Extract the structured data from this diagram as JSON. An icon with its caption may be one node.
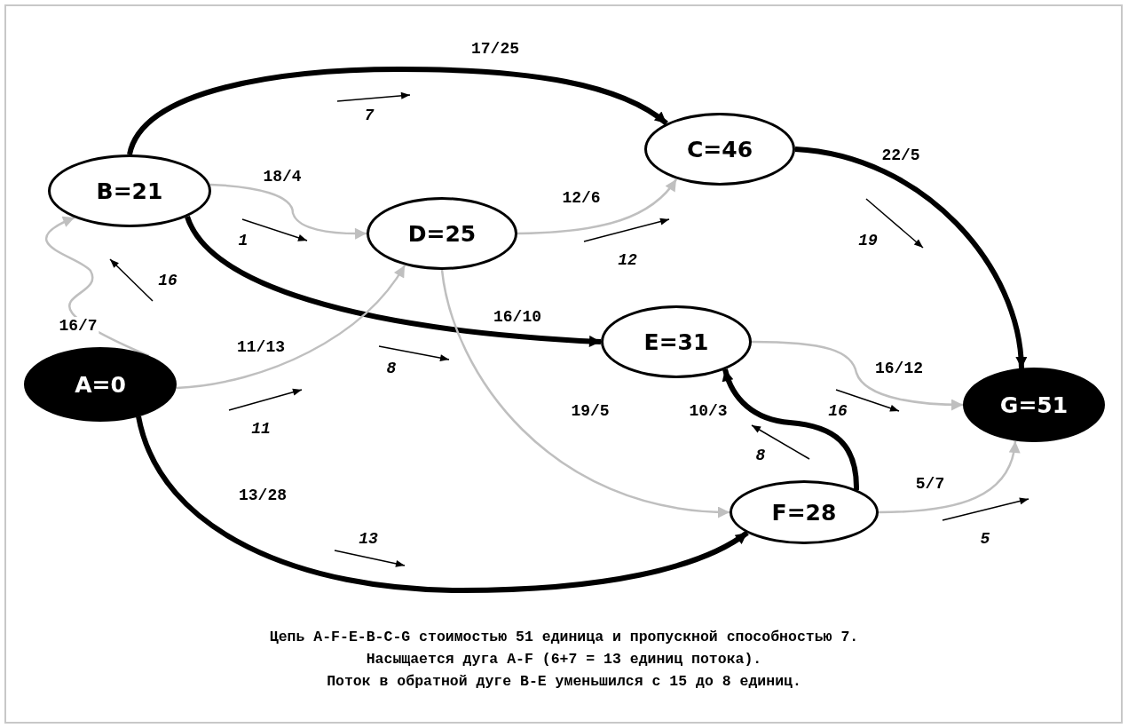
{
  "diagram": {
    "nodes": [
      {
        "text": [
          "A=0"
        ]
      },
      {
        "text": [
          "B=21"
        ]
      },
      {
        "text": [
          "C=46"
        ]
      },
      {
        "text": [
          "D=25"
        ]
      },
      {
        "text": [
          "E=31"
        ]
      },
      {
        "text": [
          "F=28"
        ]
      },
      {
        "text": [
          "G=51"
        ]
      }
    ],
    "edges": [
      {
        "from": 0,
        "to": 1,
        "arrow": "to",
        "label": "16/7"
      },
      {
        "from": 1,
        "to": 2,
        "arrow": "to",
        "label": "17/25",
        "style": "thick",
        "color": "#000000"
      },
      {
        "from": 1,
        "to": 3,
        "arrow": "to",
        "label": "18/4"
      },
      {
        "from": 1,
        "to": 4,
        "arrow": "to",
        "label": "16/10",
        "style": "thick",
        "color": "#000000"
      },
      {
        "from": 0,
        "to": 3,
        "arrow": "to",
        "label": "11/13"
      },
      {
        "from": 0,
        "to": 5,
        "arrow": "to",
        "label": "13/28",
        "style": "thick",
        "color": "#000000"
      },
      {
        "from": 3,
        "to": 2,
        "arrow": "to",
        "label": "12/6"
      },
      {
        "from": 3,
        "to": 5,
        "arrow": "to",
        "label": "19/5"
      },
      {
        "from": 2,
        "to": 6,
        "arrow": "to",
        "label": "22/5",
        "style": "thick",
        "color": "#000000"
      },
      {
        "from": 4,
        "to": 6,
        "arrow": "to",
        "label": "16/12"
      },
      {
        "from": 5,
        "to": 4,
        "arrow": "to",
        "label": "10/3",
        "style": "thick",
        "color": "#000000"
      },
      {
        "from": 5,
        "to": 6,
        "arrow": "to",
        "label": "5/7"
      }
    ],
    "labels": [
      "7",
      "1",
      "19",
      "12",
      "16",
      "8",
      "16",
      "11",
      "8",
      "13",
      "5",
      "Цепь A-F-E-B-C-G стоимостью 51 единица и пропускной способностью 7.",
      "Насыщается дуга A-F (6+7 = 13 единиц потока).",
      "Поток в обратной дуге B-E уменьшился с 15 до 8 единиц."
    ]
  }
}
